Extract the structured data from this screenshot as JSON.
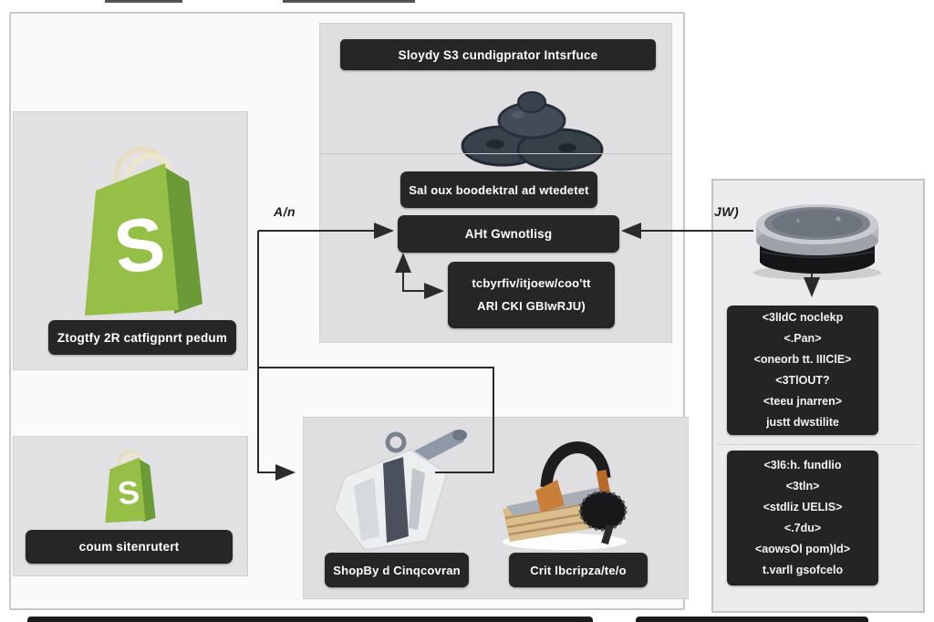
{
  "left_top": {
    "label": "Ztogtfy 2R catfigpnrt pedum",
    "bag_letter": "S"
  },
  "left_bottom": {
    "label": "coum sitenrutert",
    "bag_letter": "S"
  },
  "center_top": {
    "title": "Sloydy S3 cundigprator Intsrfuce",
    "node_model": "Sal oux boodektral ad wtedetet",
    "node_api": "AHt Gwnotlisg",
    "node_api_call_line1": "tcbyrfiv/itjoew/coo'tt",
    "node_api_call_line2": "ARl CKI GBIwRJU)"
  },
  "center_bottom": {
    "label_left": "ShopBy d Cinqcovran",
    "label_right": "Crit lbcripza/te/o"
  },
  "right_panel": {
    "box1_lines": [
      "<3lIdC noclekp",
      "<.Pan>",
      "<oneorb tt. IIIClE>",
      "<3TlOUT?",
      "<teeu jnarren>",
      "justt dwstilite"
    ],
    "box2_lines": [
      "<3l6:h. fundlio",
      "<3tln>",
      "<stdliz UELIS>",
      "<.7du>",
      "<aowsOl pom)ld>",
      "t.varll gsofcelo"
    ]
  },
  "labels": {
    "api_left": "A/n",
    "api_right": "JW)"
  },
  "colors": {
    "dark_box": "#262626",
    "panel_bg": "#e2e2e4",
    "shopify_green": "#96bf48",
    "shopify_green_dark": "#6b9a36",
    "handle_cream": "#efe7cd",
    "arrow": "#2b2b2b",
    "wood": "#d9bd8d",
    "knob_silver": "#b6bac1",
    "knob_black": "#141517"
  }
}
